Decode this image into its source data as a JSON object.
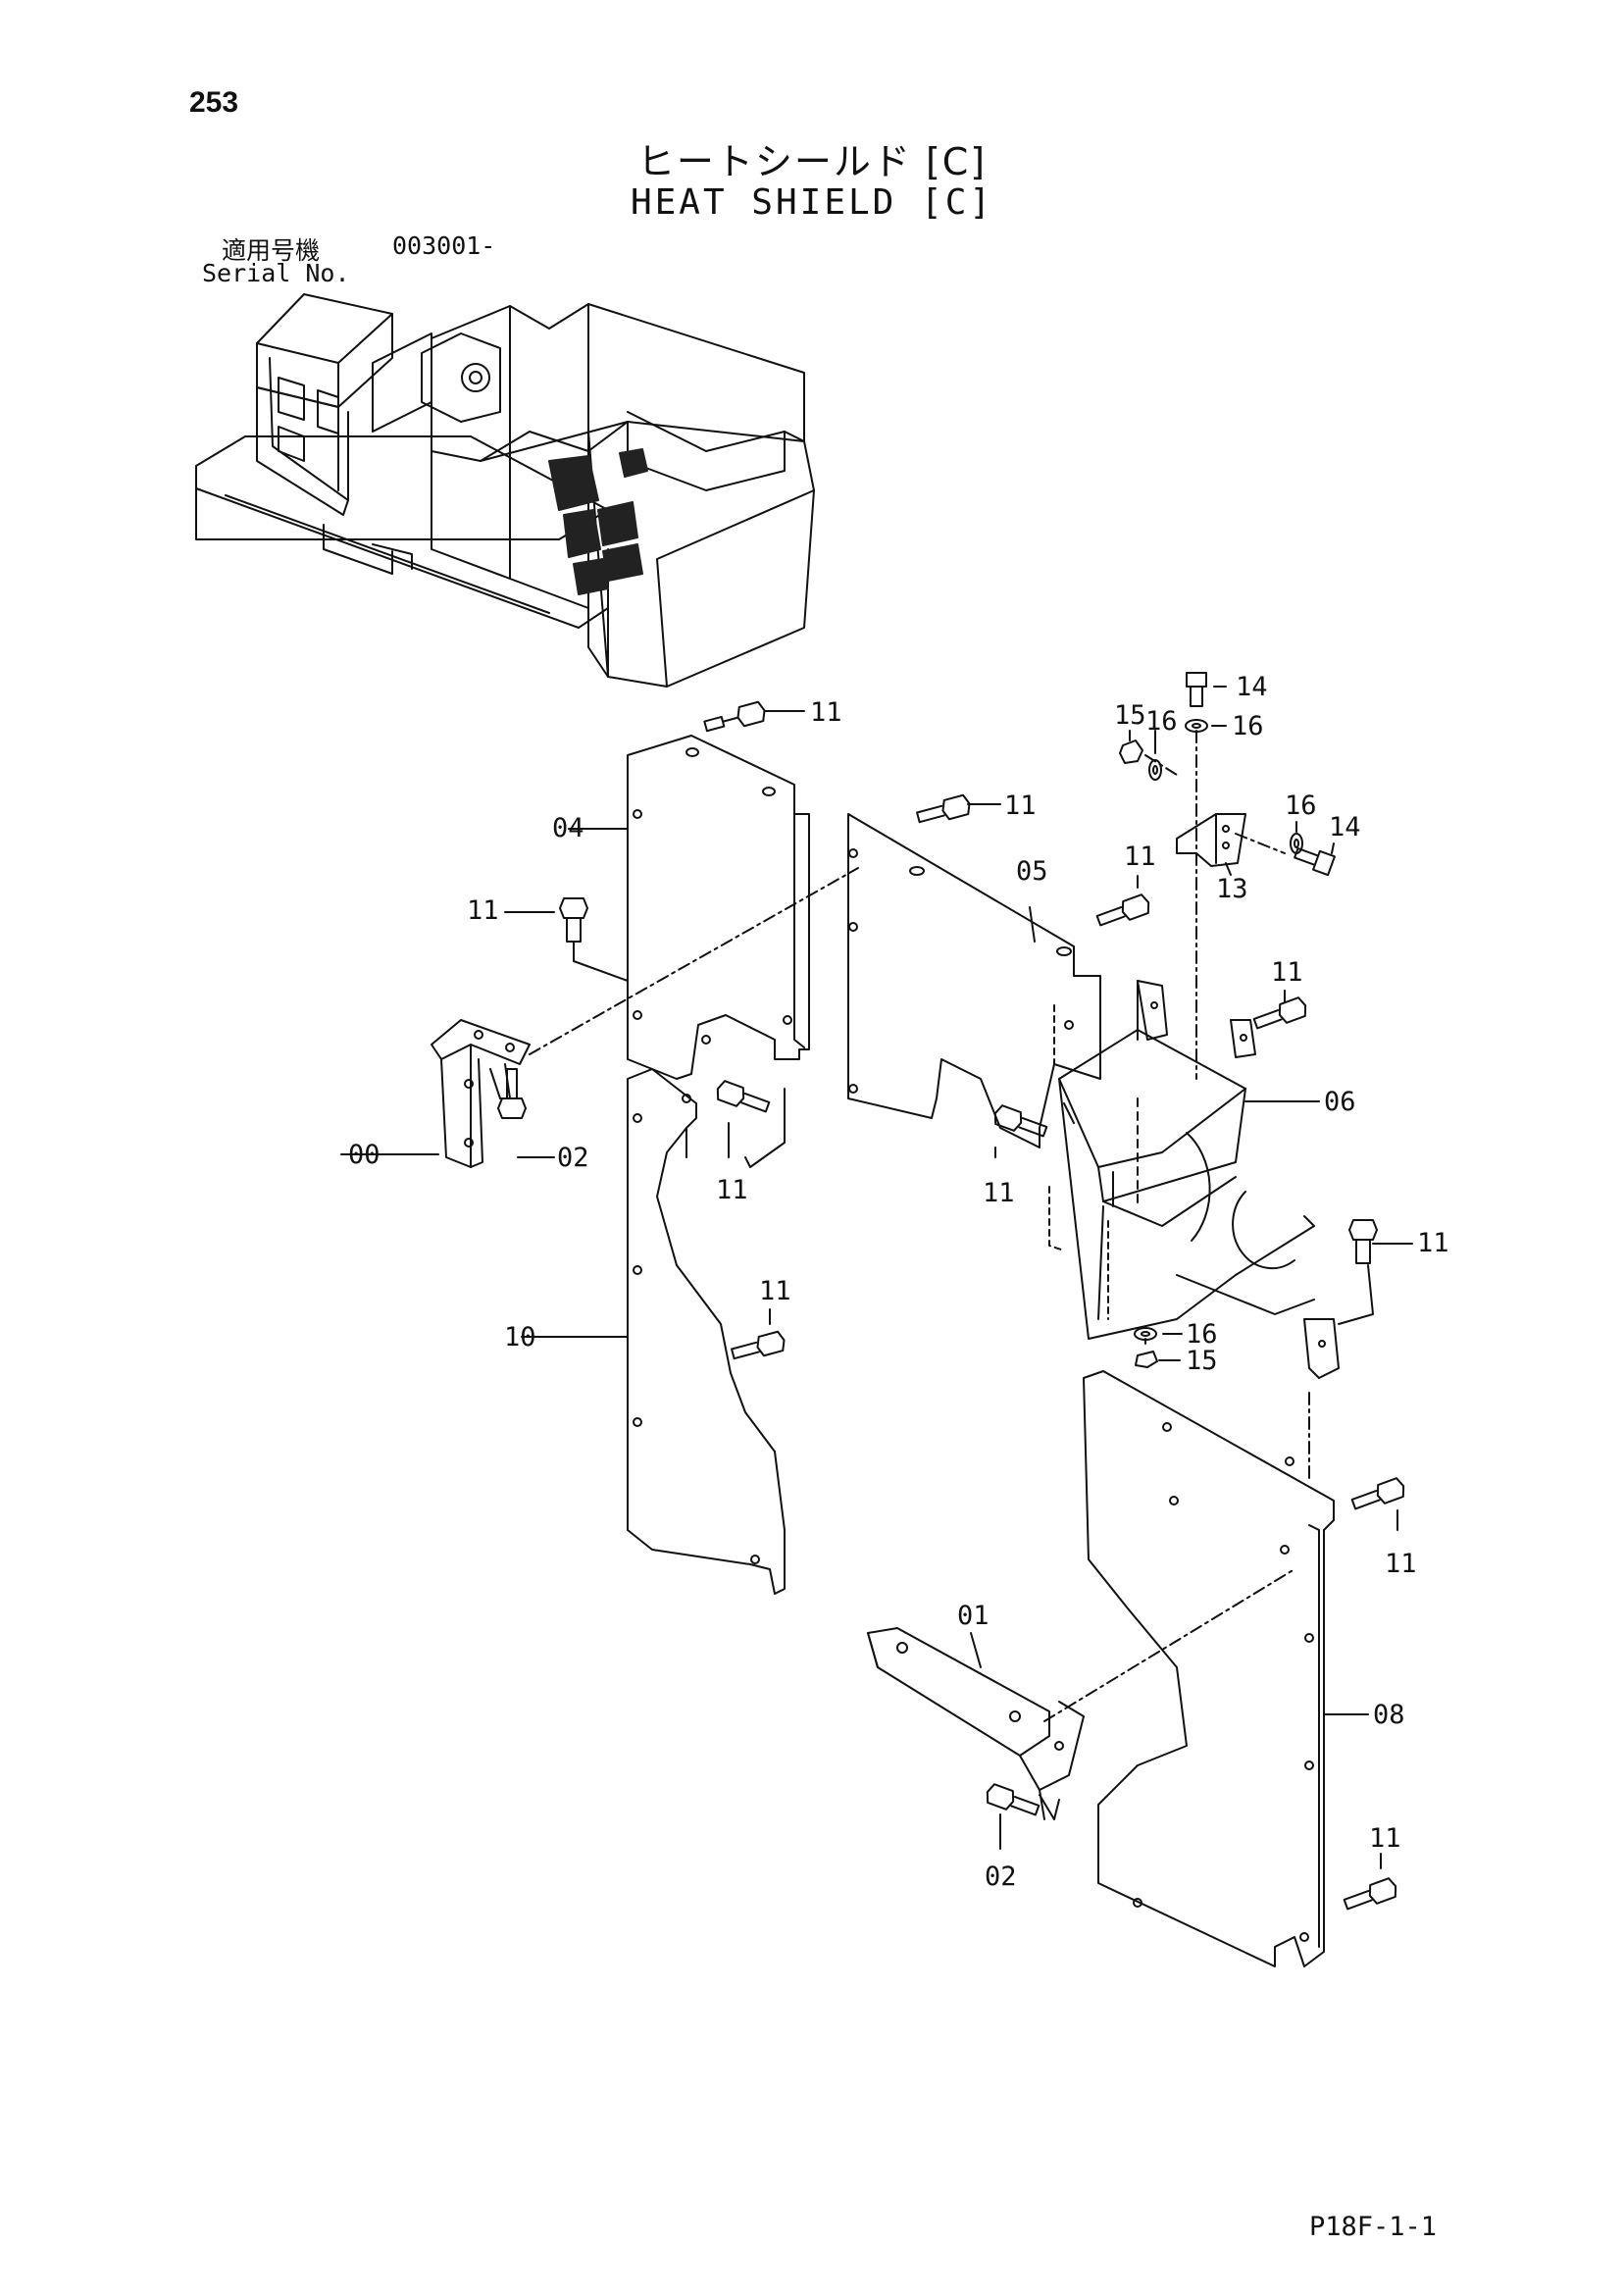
{
  "page_number": "253",
  "title_jp": "ヒートシールド [C]",
  "title_en": "HEAT SHIELD [C]",
  "serial_label_jp": "適用号機",
  "serial_number": "003001-",
  "serial_label_en": "Serial No.",
  "footer_code": "P18F-1-1",
  "callouts": {
    "c11_a": "11",
    "c11_b": "11",
    "c11_c": "11",
    "c11_d": "11",
    "c11_e": "11",
    "c11_f": "11",
    "c11_g": "11",
    "c11_h": "11",
    "c11_i": "11",
    "c11_j": "11",
    "c11_k": "11",
    "c14_a": "14",
    "c14_b": "14",
    "c15_a": "15",
    "c15_b": "15",
    "c16_a": "16",
    "c16_b": "16",
    "c16_c": "16",
    "c16_d": "16",
    "c13": "13",
    "c04": "04",
    "c05": "05",
    "c06": "06",
    "c00": "00",
    "c02_a": "02",
    "c02_b": "02",
    "c10": "10",
    "c01": "01",
    "c08": "08"
  }
}
